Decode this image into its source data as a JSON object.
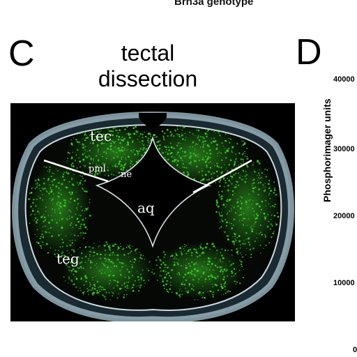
{
  "figure": {
    "top_caption": "Brn3a genotype",
    "panel_c": {
      "letter": "C",
      "title_line1": "tectal",
      "title_line2": "dissection",
      "labels": {
        "tec": "tec",
        "pml": "pml",
        "ne": "ne",
        "aq": "aq",
        "teg": "teg"
      },
      "colors": {
        "background": "#000000",
        "stain": "#3fd12a",
        "tissue_outline": "#a8c4d0",
        "dissection_line": "#ffffff"
      }
    },
    "panel_d": {
      "letter": "D",
      "ylabel": "Phosphorimager units",
      "ticks": [
        "40000",
        "30000",
        "20000",
        "10000",
        "0"
      ]
    }
  }
}
